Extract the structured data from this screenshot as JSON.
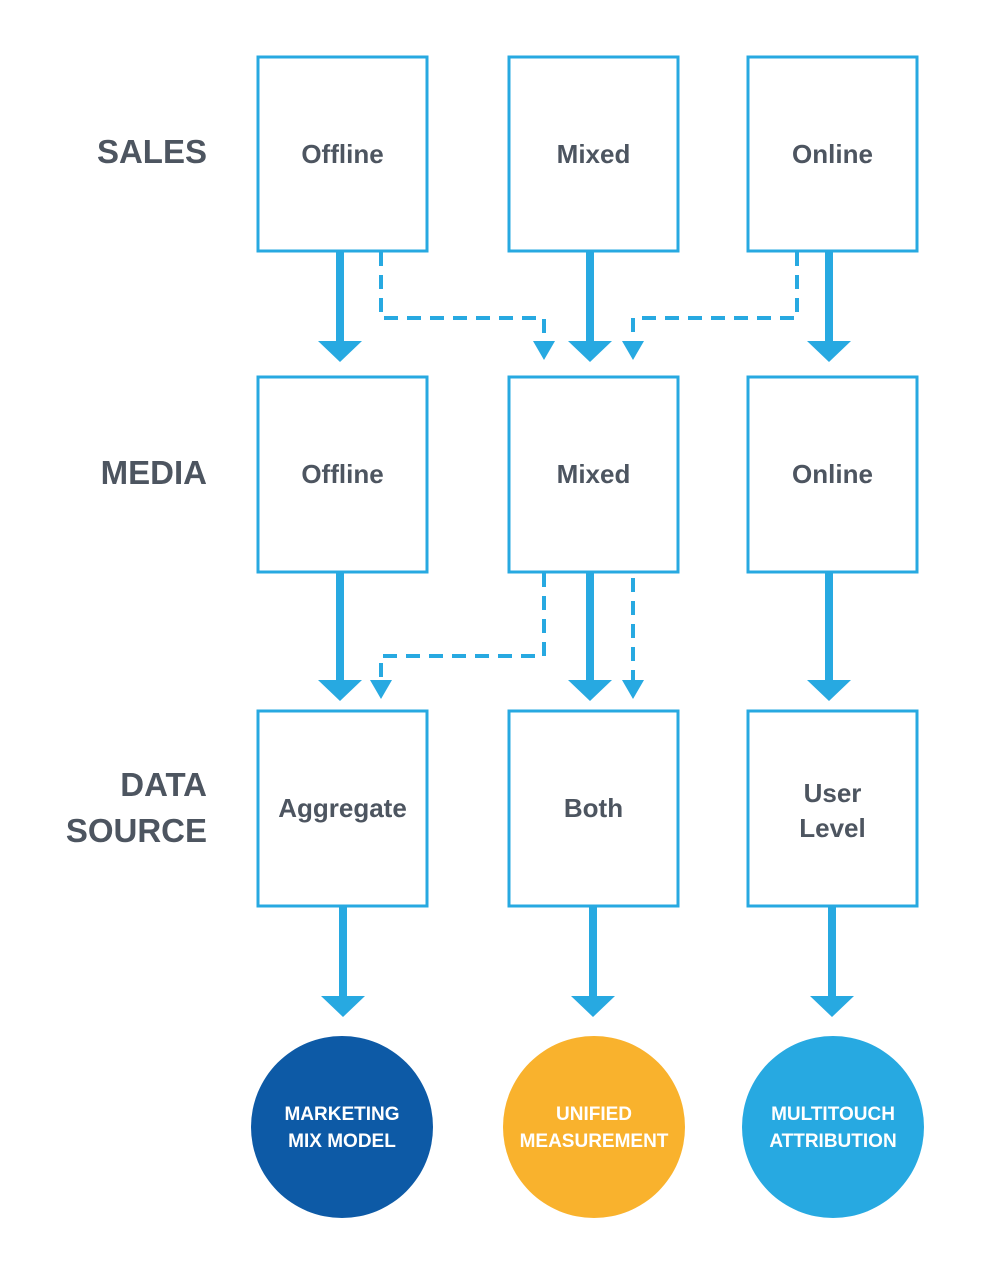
{
  "rows": {
    "sales": {
      "label": "SALES"
    },
    "media": {
      "label": "MEDIA"
    },
    "data_source": {
      "label_line1": "DATA",
      "label_line2": "SOURCE"
    }
  },
  "boxes": {
    "sales_offline": "Offline",
    "sales_mixed": "Mixed",
    "sales_online": "Online",
    "media_offline": "Offline",
    "media_mixed": "Mixed",
    "media_online": "Online",
    "ds_aggregate": "Aggregate",
    "ds_both": "Both",
    "ds_user_line1": "User",
    "ds_user_line2": "Level"
  },
  "outcomes": {
    "mmm": {
      "line1": "MARKETING",
      "line2": "MIX MODEL",
      "color": "#0d5aa6"
    },
    "unified": {
      "line1": "UNIFIED",
      "line2": "MEASUREMENT",
      "color": "#f9b22d"
    },
    "mta": {
      "line1": "MULTITOUCH",
      "line2": "ATTRIBUTION",
      "color": "#27a9e1"
    }
  },
  "colors": {
    "accent": "#27a9e1",
    "text": "#4d5560"
  }
}
